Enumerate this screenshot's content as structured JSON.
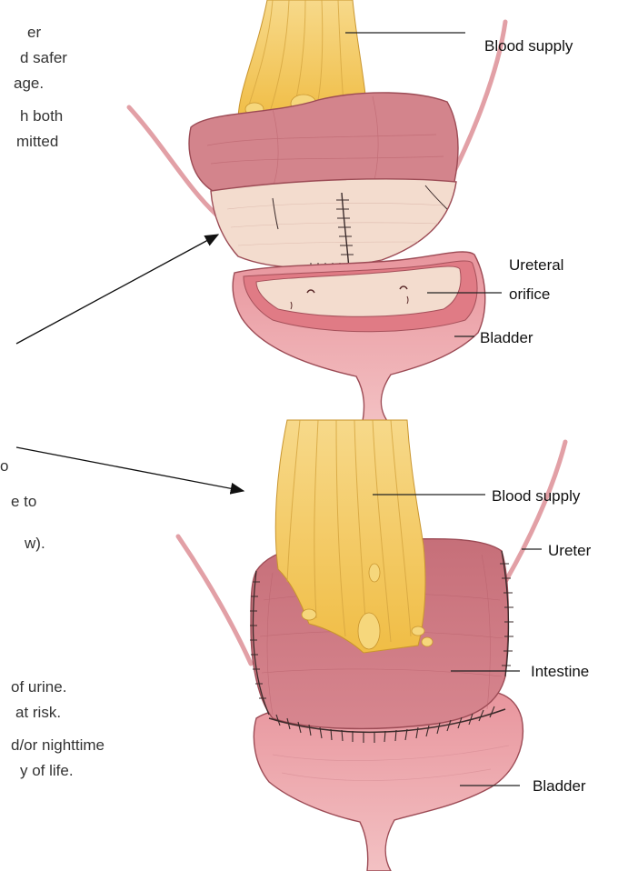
{
  "left_text_fragments": [
    "er",
    "d safer",
    "age.",
    "h both",
    "mitted",
    "o",
    "e to",
    "w).",
    "of urine.",
    "at risk.",
    "d/or nighttime",
    "y of life."
  ],
  "top_figure": {
    "labels": {
      "blood_supply": "Blood supply",
      "ureteral_orifice_line1": "Ureteral",
      "ureteral_orifice_line2": "orifice",
      "bladder": "Bladder"
    }
  },
  "bottom_figure": {
    "labels": {
      "blood_supply": "Blood supply",
      "ureter": "Ureter",
      "intestine": "Intestine",
      "bladder": "Bladder"
    }
  },
  "colors": {
    "tissue_dark": "#c97780",
    "tissue_mid": "#d98b94",
    "tissue_light": "#eeb3b8",
    "mucosa": "#f5ddd0",
    "fat_yellow": "#f3c85c",
    "suture": "#3a2a2a",
    "line": "#222222"
  }
}
